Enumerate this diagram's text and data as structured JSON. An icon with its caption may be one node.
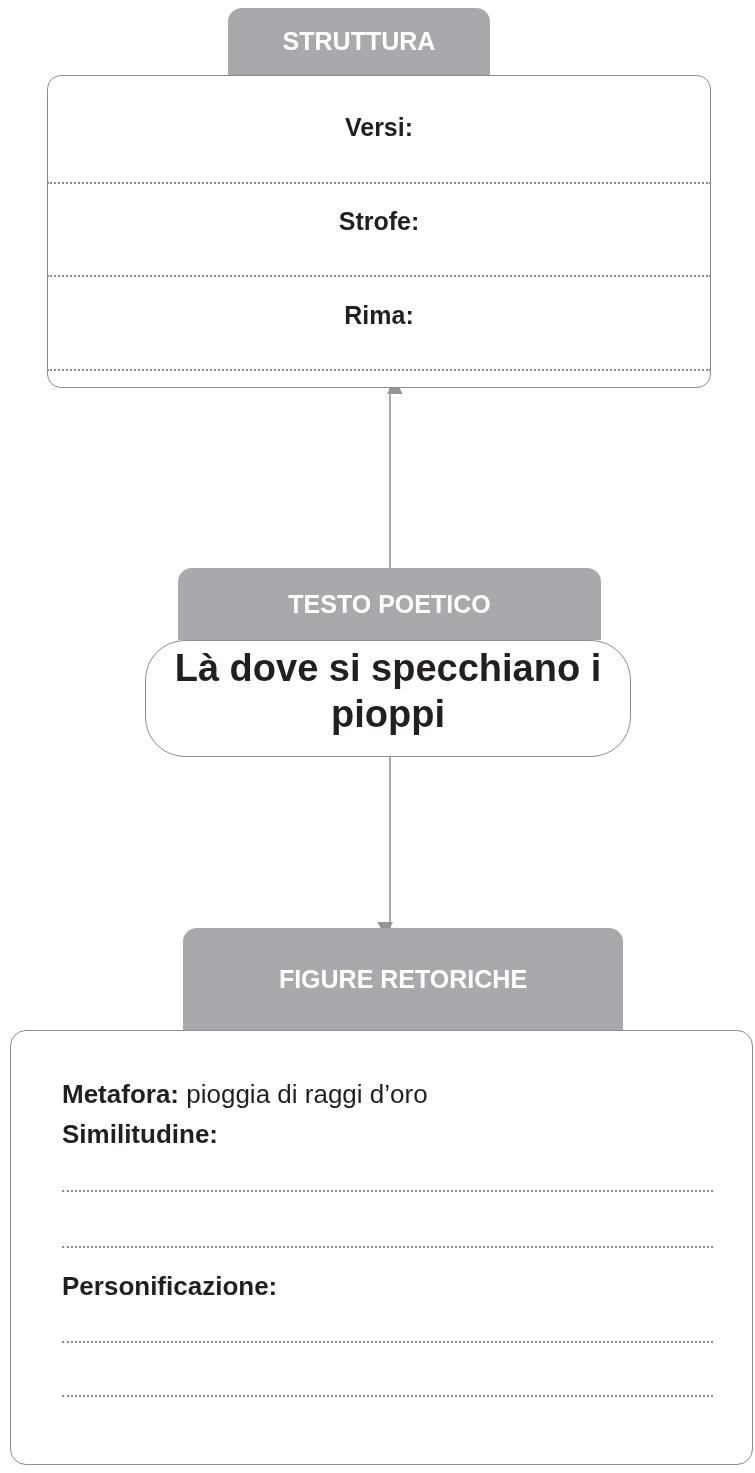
{
  "diagram": {
    "nodes": [
      {
        "text": [
          "STRUTTURA",
          "Versi:",
          "Strofe:",
          "Rima:"
        ]
      },
      {
        "text": [
          "TESTO POETICO",
          "Là dove si specchiano i pioppi"
        ]
      },
      {
        "text": [
          "FIGURE RETORICHE",
          "**Metafora:** pioggia di raggi d’oro",
          "Similitudine:",
          "Personificazione:"
        ]
      }
    ],
    "edges": [
      {
        "from": 1,
        "to": 0,
        "arrow": "to"
      },
      {
        "from": 1,
        "to": 2,
        "arrow": "to"
      }
    ]
  }
}
